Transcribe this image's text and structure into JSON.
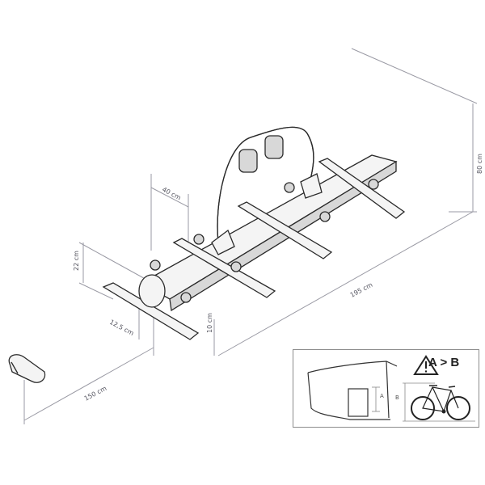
{
  "diagram": {
    "subject": "Bike carrier rack - dimensional drawing",
    "dimensions": {
      "width_top": "40 cm",
      "height_front": "22 cm",
      "offset_front": "12,5 cm",
      "height_rail": "10 cm",
      "length": "195 cm",
      "depth_side": "150 cm",
      "height_total": "80 cm"
    },
    "inset": {
      "warning_label": "A > B",
      "label_a": "A",
      "label_b": "B",
      "warning_icon": "warning-triangle-icon"
    },
    "colors": {
      "line": "#2a2a2a",
      "dimension": "#9a9aa4",
      "text": "#555560"
    }
  }
}
